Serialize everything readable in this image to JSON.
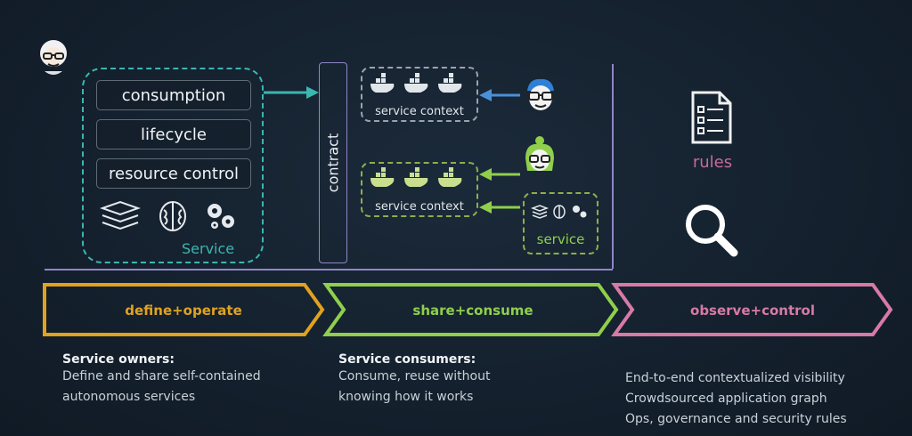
{
  "service_box": {
    "items": [
      "consumption",
      "lifecycle",
      "resource control"
    ],
    "label": "Service"
  },
  "contract": {
    "label": "contract"
  },
  "contexts": [
    {
      "label": "service context"
    },
    {
      "label": "service context"
    }
  ],
  "small_service": {
    "label": "service"
  },
  "rules": {
    "label": "rules"
  },
  "phases": [
    {
      "label": "define+operate",
      "color": "#e0a21f"
    },
    {
      "label": "share+consume",
      "color": "#8fcf4b"
    },
    {
      "label": "observe+control",
      "color": "#d77aa6"
    }
  ],
  "owners": {
    "title": "Service owners:",
    "lines": [
      "Define and share self-contained",
      "autonomous services"
    ]
  },
  "consumers": {
    "title": "Service consumers:",
    "lines": [
      "Consume, reuse without",
      "knowing how it works"
    ]
  },
  "observers": {
    "lines": [
      "End-to-end contextualized visibility",
      "Crowdsourced application graph",
      "Ops, governance and security rules"
    ]
  },
  "colors": {
    "cyan": "#3bb6b0",
    "green": "#8fae4c",
    "purple": "#8f86c8",
    "blue": "#4a90d9",
    "pink": "#c86a9b"
  },
  "icons": [
    "avatar-icon",
    "layers-icon",
    "brain-icon",
    "gears-icon",
    "docker-whale-icon",
    "developer-avatar-icon",
    "consumer-avatar-icon",
    "rules-document-icon",
    "magnifier-icon"
  ]
}
